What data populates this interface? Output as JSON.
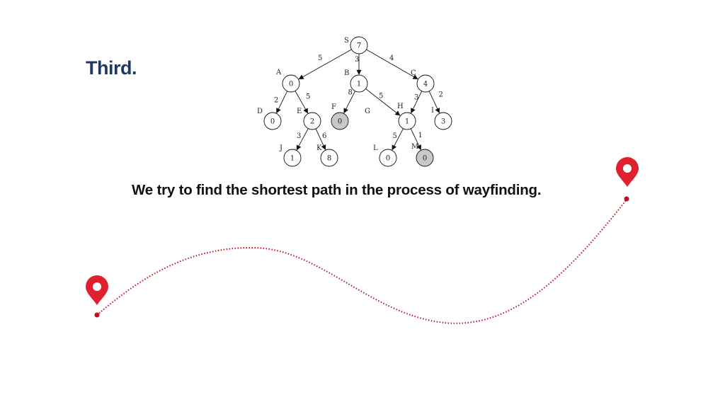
{
  "heading": "Third.",
  "caption": "We try to find the shortest path in the process of wayfinding.",
  "tree": {
    "nodes": [
      {
        "id": "S",
        "label": "S",
        "value": "7",
        "goal": false
      },
      {
        "id": "A",
        "label": "A",
        "value": "0",
        "goal": false
      },
      {
        "id": "B",
        "label": "B",
        "value": "1",
        "goal": false
      },
      {
        "id": "C",
        "label": "C",
        "value": "4",
        "goal": false
      },
      {
        "id": "D",
        "label": "D",
        "value": "0",
        "goal": false
      },
      {
        "id": "E",
        "label": "E",
        "value": "2",
        "goal": false
      },
      {
        "id": "F",
        "label": "F",
        "value": "0",
        "goal": true
      },
      {
        "id": "G",
        "label": "G",
        "value": "",
        "goal": false
      },
      {
        "id": "H",
        "label": "H",
        "value": "1",
        "goal": false
      },
      {
        "id": "I",
        "label": "I",
        "value": "3",
        "goal": false
      },
      {
        "id": "J",
        "label": "J",
        "value": "1",
        "goal": false
      },
      {
        "id": "K",
        "label": "K",
        "value": "8",
        "goal": false
      },
      {
        "id": "L",
        "label": "L",
        "value": "0",
        "goal": false
      },
      {
        "id": "M",
        "label": "M",
        "value": "0",
        "goal": true
      }
    ],
    "edges": [
      {
        "from": "S",
        "to": "A",
        "weight": "5"
      },
      {
        "from": "S",
        "to": "B",
        "weight": "3"
      },
      {
        "from": "S",
        "to": "C",
        "weight": "4"
      },
      {
        "from": "A",
        "to": "D",
        "weight": "2"
      },
      {
        "from": "A",
        "to": "E",
        "weight": "5"
      },
      {
        "from": "B",
        "to": "F",
        "weight": "8"
      },
      {
        "from": "B",
        "to": "H",
        "weight": "5"
      },
      {
        "from": "C",
        "to": "H",
        "weight": "3"
      },
      {
        "from": "C",
        "to": "I",
        "weight": "2"
      },
      {
        "from": "E",
        "to": "J",
        "weight": "3"
      },
      {
        "from": "E",
        "to": "K",
        "weight": "6"
      },
      {
        "from": "H",
        "to": "L",
        "weight": "5"
      },
      {
        "from": "H",
        "to": "M",
        "weight": "1"
      }
    ]
  },
  "colors": {
    "heading": "#1f3a5f",
    "pin": "#e0202f",
    "route": "#c0101f",
    "goal_fill": "#c8c8c8"
  },
  "icons": {
    "start": "map-pin-icon",
    "end": "map-pin-icon"
  }
}
